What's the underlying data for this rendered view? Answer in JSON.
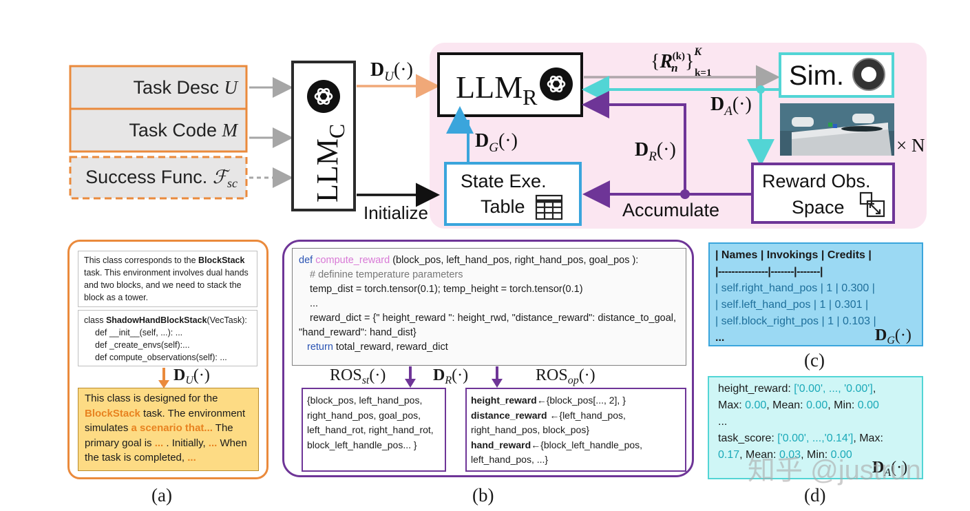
{
  "top": {
    "inputs": {
      "task_desc": "Task Desc",
      "task_desc_var": "U",
      "task_code": "Task Code",
      "task_code_var": "M",
      "success_func": "Success Func.",
      "success_func_var": "ℱ",
      "success_func_sub": "sc"
    },
    "llm_c": {
      "label": "LLM",
      "sub": "C"
    },
    "llm_r": {
      "label": "LLM",
      "sub": "R"
    },
    "sim": {
      "label": "Sim."
    },
    "state_table": {
      "line1": "State Exe.",
      "line2": "Table"
    },
    "reward_space": {
      "line1": "Reward Obs.",
      "line2": "Space"
    },
    "labels": {
      "du": "D",
      "du_sub": "U",
      "dg": "D",
      "dg_sub": "G",
      "dr": "D",
      "dr_sub": "R",
      "da": "D",
      "da_sub": "A",
      "dot_arg": "(·)",
      "initialize": "Initialize",
      "accumulate": "Accumulate",
      "times_n": "× N",
      "rn": "R",
      "rn_sub": "n",
      "rn_sup": "(k)",
      "rn_range_sup": "K",
      "rn_range_sub": "k=1"
    }
  },
  "panel_a": {
    "desc_pre": "This class corresponds to the ",
    "desc_bold": "BlockStack",
    "desc_post": " task. This environment involves dual hands and two blocks, and we need to stack the block as a tower.",
    "code_line1_pre": "class ",
    "code_line1_bold": "ShadowHandBlockStack",
    "code_line1_post": "(VecTask):",
    "code_line2": "def __init__(self, ...): ...",
    "code_line3": "def _create_envs(self):...",
    "code_line4": "def compute_observations(self): ...",
    "du": "D",
    "du_sub": "U",
    "dot_arg": "(·)",
    "out_1": "This class is designed for the ",
    "out_2": "BlockStack",
    "out_3": " task. The environment simulates ",
    "out_4": "a scenario that...",
    "out_5": " The primary goal is ",
    "out_6": "...",
    "out_7": " . Initially, ",
    "out_8": "...",
    "out_9": " When the  task is completed, ",
    "out_10": "...",
    "caption": "(a)"
  },
  "panel_b": {
    "code_def": "def ",
    "code_fn": "compute_reward",
    "code_args": " (block_pos, left_hand_pos, right_hand_pos, goal_pos ):",
    "code_comment": "# definine temperature parameters",
    "code_line3": "temp_dist = torch.tensor(0.1); temp_height = torch.tensor(0.1)",
    "code_line4": "...",
    "code_line5": "reward_dict = {\" height_reward \": height_rwd, \"distance_reward\": distance_to_goal, \"hand_reward\": hand_dist}",
    "code_return": "return",
    "code_return_rest": " total_reward, reward_dict",
    "ros_st": "ROS",
    "ros_st_sub": "st",
    "ros_op": "ROS",
    "ros_op_sub": "op",
    "dr": "D",
    "dr_sub": "R",
    "dot_arg": "(·)",
    "st_text": "{block_pos, left_hand_pos, right_hand_pos, goal_pos, left_hand_rot, right_hand_rot, block_left_handle_pos... }",
    "op_1b": "height_reward",
    "op_1": "←{block_pos[..., 2], }",
    "op_2b": "distance_reward",
    "op_2": " ←{left_hand_pos, right_hand_pos, block_pos}",
    "op_3b": "hand_reward",
    "op_3": "←{block_left_handle_pos, left_hand_pos, ...}",
    "caption": "(b)"
  },
  "panel_c": {
    "header": "| Names | Invokings | Credits |",
    "sep": "|---------------|-------|-------|",
    "rows": [
      "| self.right_hand_pos | 1 | 0.300 |",
      "| self.left_hand_pos | 1 | 0.301 |",
      "| self.block_right_pos | 1 | 0.103 |"
    ],
    "more": "...",
    "dg": "D",
    "dg_sub": "G",
    "dot_arg": "(·)",
    "caption": "(c)"
  },
  "panel_d": {
    "l1a": "height_reward: ",
    "l1b": "['0.00', ..., '0.00']",
    "l1c": ",",
    "l2a": "Max: ",
    "l2b": "0.00",
    "l2c": ", Mean: ",
    "l2d": "0.00",
    "l2e": ", Min: ",
    "l2f": "0.00",
    "l3": "...",
    "l4a": "task_score: ",
    "l4b": "['0.00', ...,'0.14']",
    "l4c": ", Max:",
    "l5a": "0.17",
    "l5b": ", Mean: ",
    "l5c": "0.03",
    "l5d": ", Min: ",
    "l5e": "0.00",
    "da": "D",
    "da_sub": "A",
    "dot_arg": "(·)",
    "caption": "(d)",
    "watermark": "知乎 @justrun"
  },
  "colors": {
    "orange": "#ea8a3c",
    "purple": "#6e3597",
    "cyan": "#52d5d5",
    "blue": "#3aa5dc",
    "pink_bg": "#fbe6f1",
    "gray_box": "#e7e6e6"
  }
}
